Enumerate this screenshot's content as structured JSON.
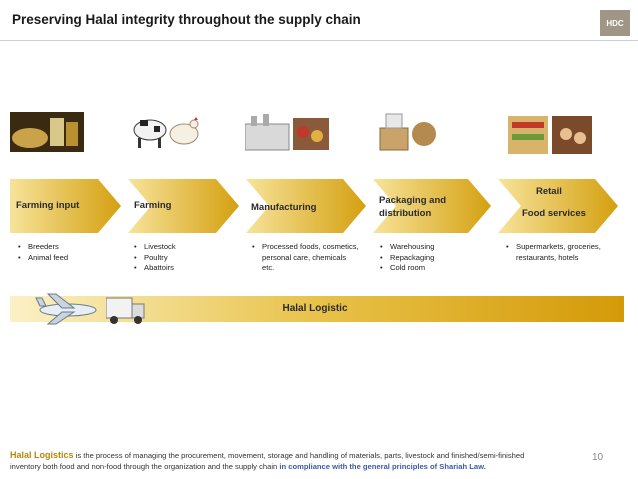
{
  "header": {
    "title": "Preserving Halal integrity throughout the supply chain",
    "logo_text": "HDC"
  },
  "stages": [
    {
      "label_lines": [
        "Farming input"
      ],
      "bullets": [
        "Breeders",
        "Animal feed"
      ]
    },
    {
      "label_lines": [
        "Farming"
      ],
      "bullets": [
        "Livestock",
        "Poultry",
        "Abattoirs"
      ]
    },
    {
      "label_lines": [
        "Manufacturing"
      ],
      "bullets": [
        "Processed foods, cosmetics,",
        "personal care, chemicals",
        "etc."
      ]
    },
    {
      "label_lines": [
        "Packaging and",
        "distribution"
      ],
      "bullets": [
        "Warehousing",
        "Repackaging",
        "Cold room"
      ]
    },
    {
      "label_lines": [
        "Retail",
        "Food services"
      ],
      "bullets": [
        "Supermarkets, groceries,",
        "restaurants, hotels"
      ]
    }
  ],
  "logistic_bar": {
    "label": "Halal Logistic"
  },
  "footer": {
    "term": "Halal Logistics",
    "text_1": " is the process of managing the procurement, movement, storage and handling of materials, parts, livestock and finished/semi-finished",
    "text_2": "inventory both food and non-food through the organization and the supply chain ",
    "emphasis": "in compliance with the general principles of Shariah Law."
  },
  "page_number": "10",
  "colors": {
    "gold_light": "#f7e39a",
    "gold_dark": "#d4a010",
    "text_accent": "#b8860b",
    "link_blue": "#3b5aa8"
  }
}
